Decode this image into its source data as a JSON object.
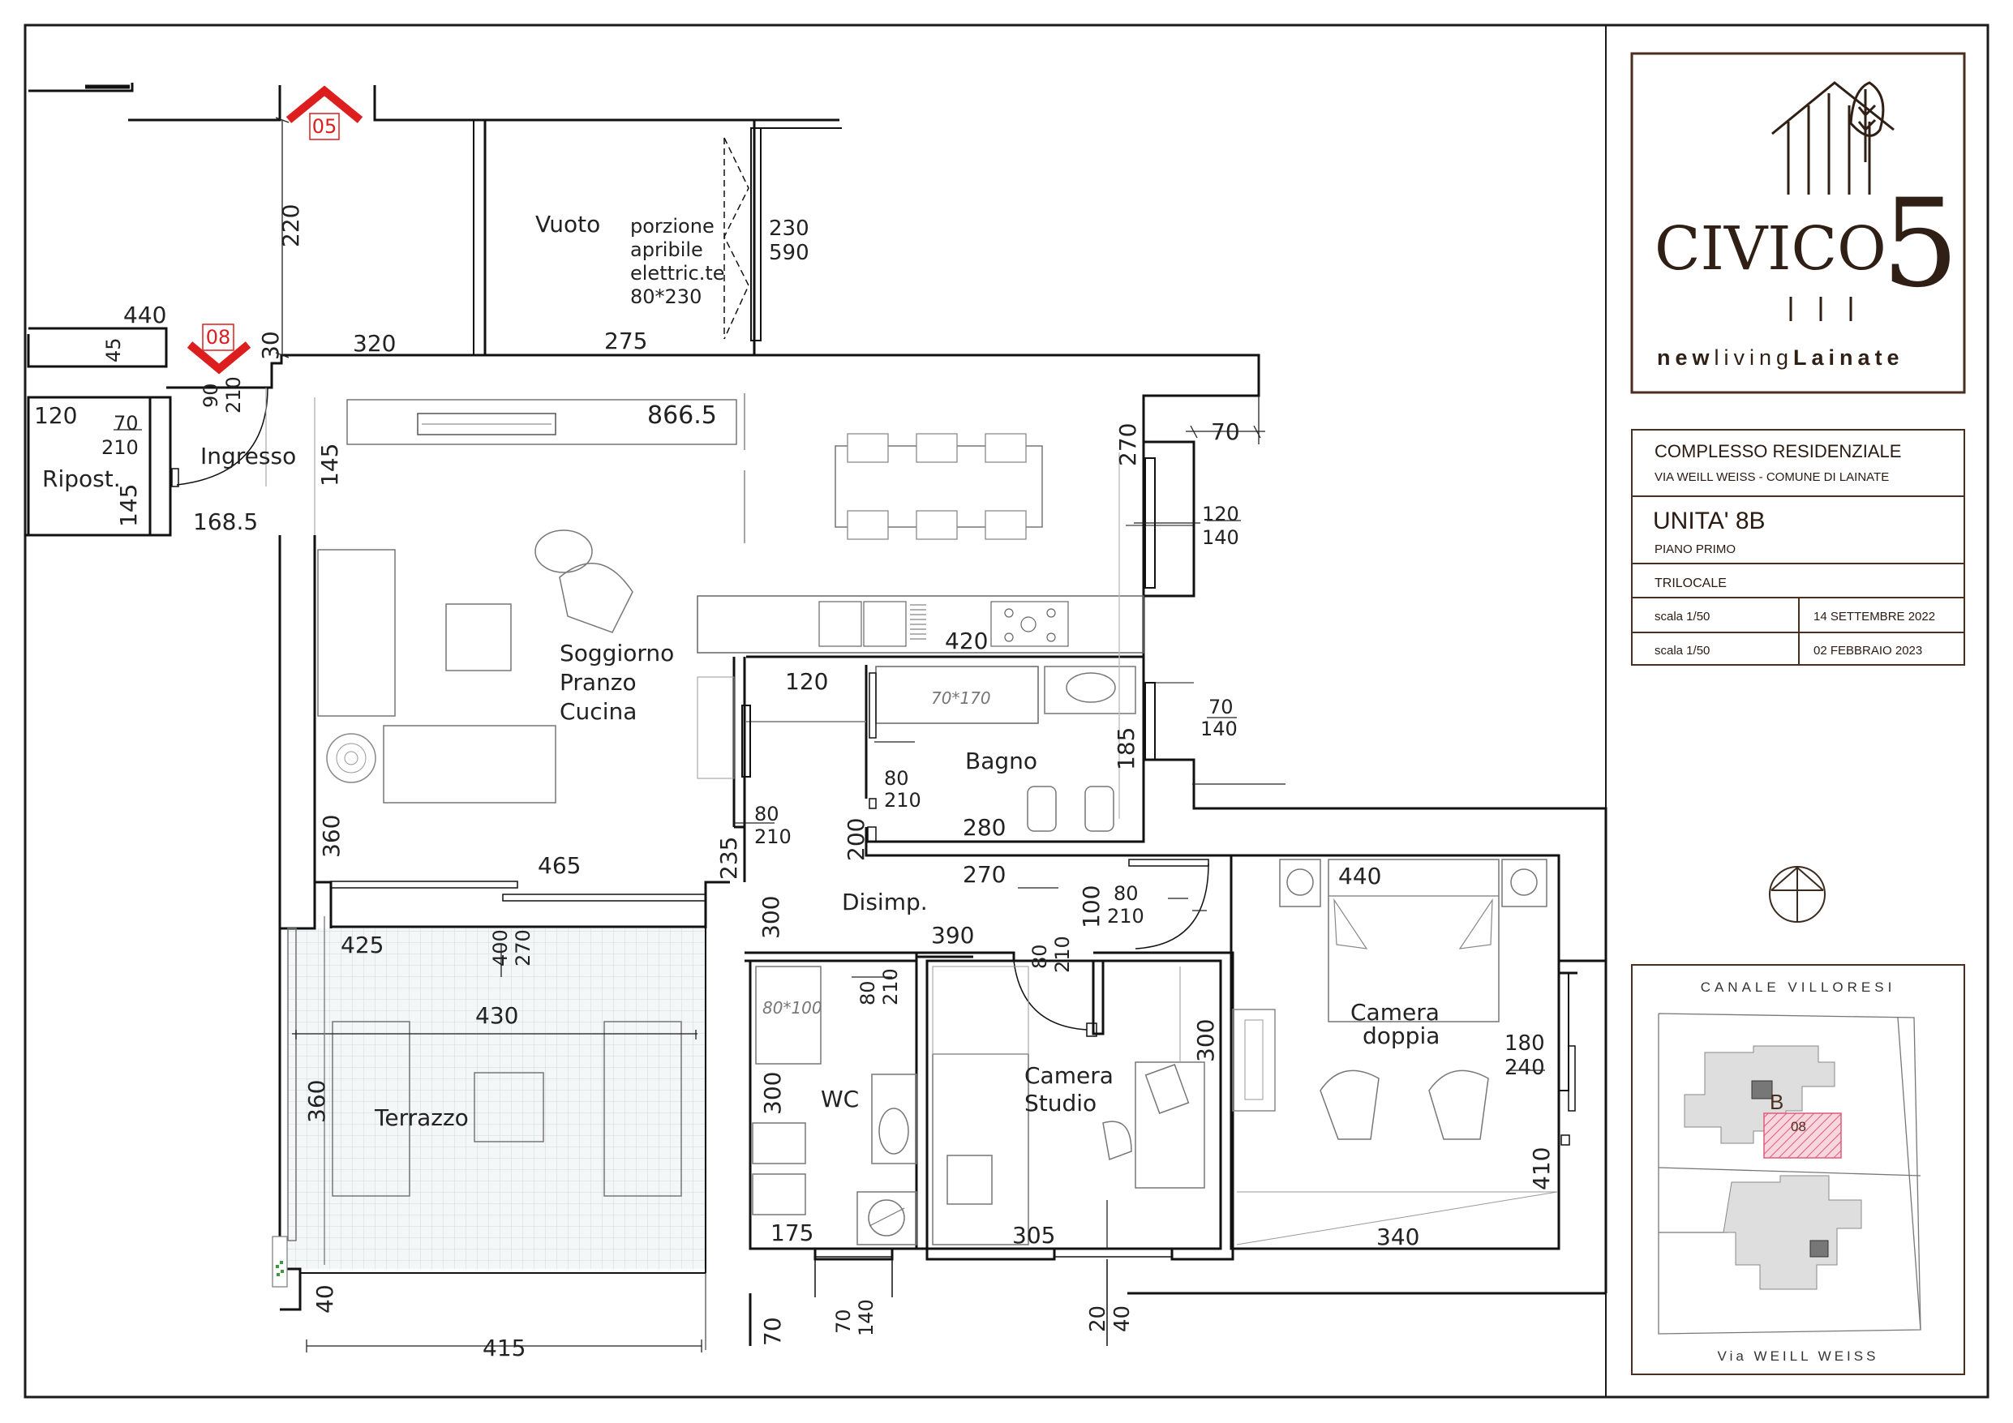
{
  "rooms": {
    "vuoto": "Vuoto",
    "porzione": [
      "porzione",
      "apribile",
      "elettric.te",
      "80*230"
    ],
    "ripost": "Ripost.",
    "ingresso": "Ingresso",
    "soggiorno": [
      "Soggiorno",
      "Pranzo",
      "Cucina"
    ],
    "bagno": "Bagno",
    "disimp": "Disimp.",
    "camera_doppia": [
      "Camera",
      "doppia"
    ],
    "camera_studio": [
      "Camera",
      "Studio"
    ],
    "wc": "WC",
    "terrazzo": "Terrazzo"
  },
  "fixtures": {
    "tub": "70*170",
    "shower": "80*100"
  },
  "markers": {
    "m05": "05",
    "m08": "08"
  },
  "dims": {
    "d220": "220",
    "d440": "440",
    "d45": "45",
    "d30": "30",
    "d320": "320",
    "d275": "275",
    "d230": "230",
    "d590": "590",
    "d120a": "120",
    "d70a": "70",
    "d210a": "210",
    "d90": "90",
    "d210b": "210",
    "d145a": "145",
    "d145b": "145",
    "d1685": "168.5",
    "d8665": "866.5",
    "d270a": "270",
    "d70b": "70",
    "d120b": "120",
    "d140a": "140",
    "d420": "420",
    "d120c": "120",
    "d70c": "70",
    "d140b": "140",
    "d185": "185",
    "d80a": "80",
    "d210c": "210",
    "d280": "280",
    "d80b": "80",
    "d210d": "210",
    "d235": "235",
    "d200": "200",
    "d360a": "360",
    "d465": "465",
    "d270b": "270",
    "d100": "100",
    "d80c": "80",
    "d210e": "210",
    "d440b": "440",
    "d425": "425",
    "d400": "400",
    "d270c": "270",
    "d300a": "300",
    "d390": "390",
    "d80d": "80",
    "d210f": "210",
    "d80e": "80",
    "d210g": "210",
    "d430": "430",
    "d300b": "300",
    "d180": "180",
    "d240": "240",
    "d300c": "300",
    "d360b": "360",
    "d410": "410",
    "d175": "175",
    "d305": "305",
    "d340": "340",
    "d40a": "40",
    "d415": "415",
    "d70d": "70",
    "d70e": "70",
    "d140c": "140",
    "d20": "20",
    "d40b": "40"
  },
  "title_block": {
    "logo_word": "CIVICO",
    "logo_number": "5",
    "tagline_a": "new",
    "tagline_b": "living",
    "tagline_c": "Lainate",
    "complex": "COMPLESSO RESIDENZIALE",
    "address": "VIA WEILL WEISS - COMUNE DI LAINATE",
    "unit": "UNITA' 8B",
    "floor": "PIANO PRIMO",
    "type": "TRILOCALE",
    "scale_1": "scala 1/50",
    "date_1": "14 SETTEMBRE 2022",
    "scale_2": "scala 1/50",
    "date_2": "02    FEBBRAIO 2023"
  },
  "key_plan": {
    "top_label": "CANALE VILLORESI",
    "bottom_label": "Via  WEILL WEISS",
    "block_label": "B",
    "unit_label": "08"
  },
  "colors": {
    "marker_red": "#dd1e1e",
    "brand_brown": "#4a2e1f",
    "hatch_pink": "#e05a7a"
  }
}
